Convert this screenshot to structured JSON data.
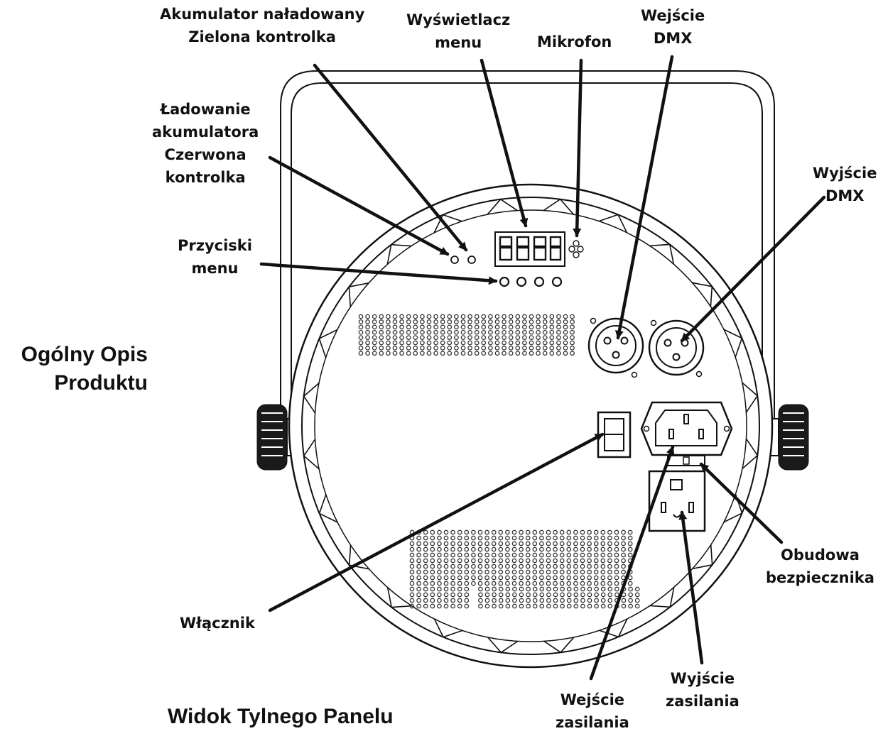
{
  "title": {
    "line1": "Ogólny Opis",
    "line2": "Produktu"
  },
  "caption": "Widok Tylnego Panelu",
  "labels": {
    "battery_charged": [
      "Akumulator naładowany",
      "Zielona kontrolka"
    ],
    "battery_charging": [
      "Ładowanie",
      "akumulatora",
      "Czerwona",
      "kontrolka"
    ],
    "menu_buttons": [
      "Przyciski",
      "menu"
    ],
    "display": [
      "Wyświetlacz",
      "menu"
    ],
    "microphone": [
      "Mikrofon"
    ],
    "dmx_in": [
      "Wejście",
      "DMX"
    ],
    "dmx_out": [
      "Wyjście",
      "DMX"
    ],
    "power_switch": [
      "Włącznik"
    ],
    "fuse_housing": [
      "Obudowa",
      "bezpiecznika"
    ],
    "power_out": [
      "Wyjście",
      "zasilania"
    ],
    "power_in": [
      "Wejście",
      "zasilania"
    ]
  },
  "colors": {
    "ink": "#111111",
    "background": "#ffffff"
  }
}
